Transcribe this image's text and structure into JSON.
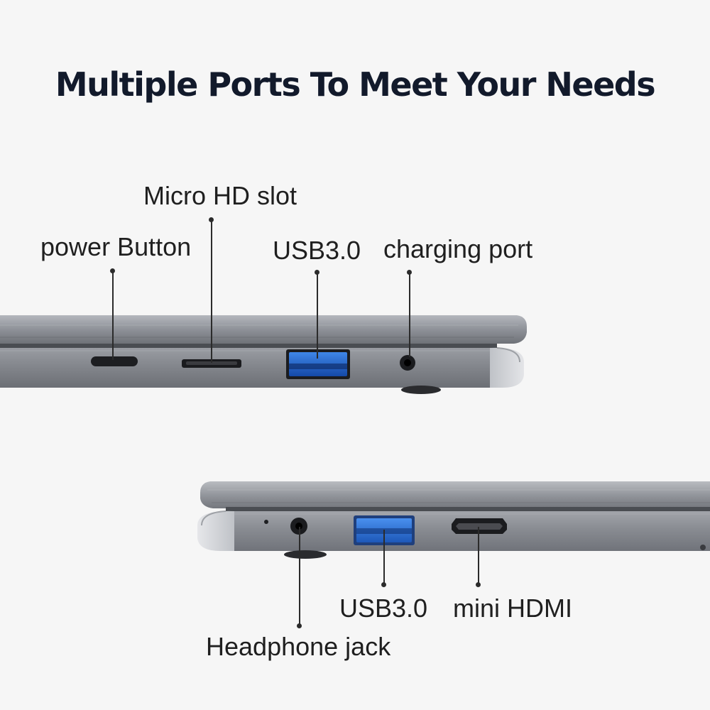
{
  "title": "Multiple Ports To Meet Your Needs",
  "top_view": {
    "labels": {
      "micro_hd_slot": "Micro HD slot",
      "power_button": "power Button",
      "usb": "USB3.0",
      "charging_port": "charging port"
    }
  },
  "bottom_view": {
    "labels": {
      "usb": "USB3.0",
      "mini_hdmi": "mini HDMI",
      "headphone_jack": "Headphone jack"
    }
  },
  "colors": {
    "title": "#121a2b",
    "chassis": "#8d9097",
    "usb_blue": "#1f62c4",
    "background": "#f6f6f6"
  }
}
